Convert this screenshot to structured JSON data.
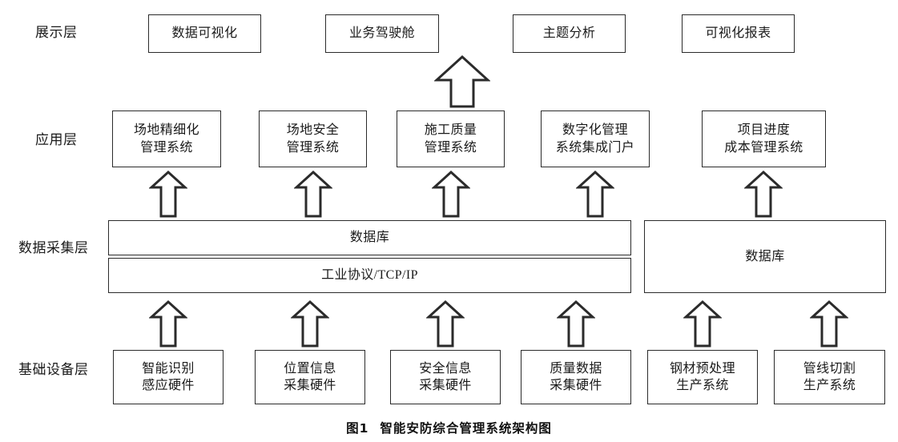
{
  "figure": {
    "caption_number": "图1",
    "caption_title": "智能安防综合管理系统架构图"
  },
  "layers": [
    {
      "id": "presentation",
      "label": "展示层"
    },
    {
      "id": "application",
      "label": "应用层"
    },
    {
      "id": "data-collection",
      "label": "数据采集层"
    },
    {
      "id": "infrastructure",
      "label": "基础设备层"
    }
  ],
  "presentation_layer": {
    "label": "展示层",
    "boxes": [
      {
        "text": "数据可视化"
      },
      {
        "text": "业务驾驶舱"
      },
      {
        "text": "主题分析"
      },
      {
        "text": "可视化报表"
      }
    ]
  },
  "application_layer": {
    "label": "应用层",
    "boxes": [
      {
        "text": "场地精细化\n管理系统"
      },
      {
        "text": "场地安全\n管理系统"
      },
      {
        "text": "施工质量\n管理系统"
      },
      {
        "text": "数字化管理\n系统集成门户"
      },
      {
        "text": "项目进度\n成本管理系统"
      }
    ]
  },
  "data_collection_layer": {
    "label": "数据采集层",
    "bars": [
      {
        "text": "数据库"
      },
      {
        "text": "工业协议/TCP/IP"
      }
    ],
    "side_box": {
      "text": "数据库"
    }
  },
  "infrastructure_layer": {
    "label": "基础设备层",
    "boxes": [
      {
        "text": "智能识别\n感应硬件"
      },
      {
        "text": "位置信息\n采集硬件"
      },
      {
        "text": "安全信息\n采集硬件"
      },
      {
        "text": "质量数据\n采集硬件"
      },
      {
        "text": "钢材预处理\n生产系统"
      },
      {
        "text": "管线切割\n生产系统"
      }
    ]
  },
  "connectors": {
    "app_to_presentation_count": 1,
    "data_to_app_count": 5,
    "hardware_to_data_count": 6,
    "direction": "up"
  },
  "colors": {
    "stroke": "#2b2b2b",
    "background": "#ffffff",
    "text": "#1a1a1a"
  }
}
